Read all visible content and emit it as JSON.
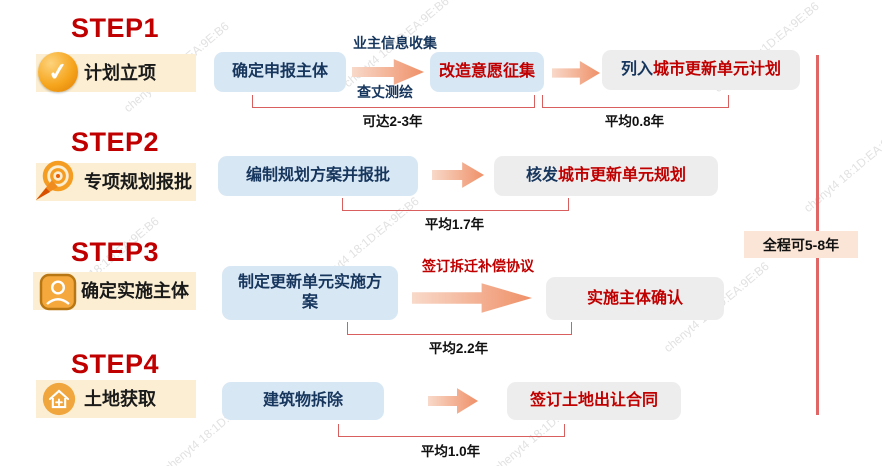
{
  "watermark": {
    "text": "chenyt4 18:1D:EA:9E:B6"
  },
  "steps": [
    {
      "title": "STEP1",
      "label": "计划立项",
      "icon": "check-icon"
    },
    {
      "title": "STEP2",
      "label": "专项规划报批",
      "icon": "target-icon"
    },
    {
      "title": "STEP3",
      "label": "确定实施主体",
      "icon": "person-icon"
    },
    {
      "title": "STEP4",
      "label": "土地获取",
      "icon": "house-icon"
    }
  ],
  "row1": {
    "box1": "确定申报主体",
    "arrow_top": "业主信息收集",
    "arrow_bottom": "查丈测绘",
    "box2": "改造意愿征集",
    "box3_prefix": "列入",
    "box3_suffix": "城市更新单元计划",
    "duration1": "可达2-3年",
    "duration2": "平均0.8年"
  },
  "row2": {
    "box1": "编制规划方案并报批",
    "box2_prefix": "核发",
    "box2_suffix": "城市更新单元规划",
    "duration": "平均1.7年"
  },
  "row3": {
    "box1_line1": "制定更新单元实施方",
    "box1_line2": "案",
    "arrow_top": "签订拆迁补偿协议",
    "box2": "实施主体确认",
    "duration": "平均2.2年"
  },
  "row4": {
    "box1": "建筑物拆除",
    "box2": "签订土地出让合同",
    "duration": "平均1.0年"
  },
  "overall": {
    "label": "全程可5-8年"
  },
  "colors": {
    "step_title_red": "#c00000",
    "navy_text": "#17365d",
    "red_text": "#c00000",
    "blue_box_bg": "#d8e7f4",
    "gray_box_bg": "#ededed",
    "cream_bar_bg": "#fbeed2",
    "arrow_gradient_start": "#f8d9c9",
    "arrow_gradient_end": "#ef9068",
    "bracket_red": "#d95f5f",
    "overall_label_bg": "#fbe5d6",
    "icon_orange": "#f0a63c"
  }
}
